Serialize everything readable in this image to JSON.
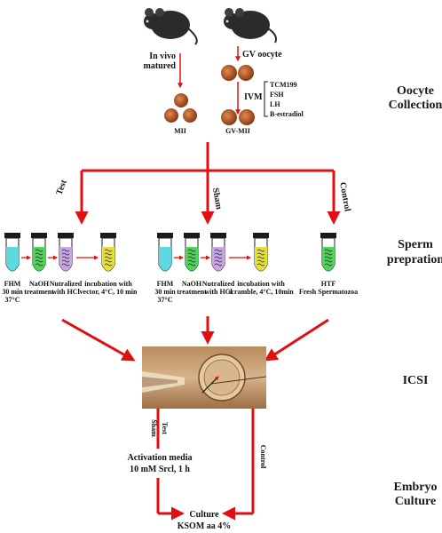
{
  "sections": {
    "oocyte": [
      "Oocyte",
      "Collection"
    ],
    "sperm": [
      "Sperm",
      "prepration"
    ],
    "icsi": "ICSI",
    "embryo": [
      "Embryo",
      "Culture"
    ]
  },
  "oocyte": {
    "invivo": [
      "In vivo",
      "matured"
    ],
    "gv": "GV oocyte",
    "ivm": "IVM",
    "ivm_items": [
      "TCM199",
      "FSH",
      "LH",
      "B-estradiol"
    ],
    "mii": "MII",
    "gvmii": "GV-MII"
  },
  "branches": {
    "test": "Test",
    "sham": "Sham",
    "control": "Control"
  },
  "tubes_left": [
    {
      "lines": [
        "FHM",
        "30 min",
        "37°C"
      ]
    },
    {
      "lines": [
        "NaOH",
        "treatment"
      ]
    },
    {
      "lines": [
        "Nutralized",
        "with HCl"
      ]
    },
    {
      "lines": [
        "incubation with",
        "vector, 4°C, 10 min"
      ]
    }
  ],
  "tubes_mid": [
    {
      "lines": [
        "FHM",
        "30 min",
        "37°C"
      ]
    },
    {
      "lines": [
        "NaOH",
        "treatment"
      ]
    },
    {
      "lines": [
        "Nutralized",
        "with HCl"
      ]
    },
    {
      "lines": [
        "incubation with",
        "scramble, 4°C, 10min"
      ]
    }
  ],
  "tube_right": {
    "lines": [
      "HTF",
      "Fresh Spermatozoa"
    ]
  },
  "embryo": {
    "test": "Test",
    "sham": "Sham",
    "control": "Control",
    "activation": [
      "Activation media",
      "10 mM Srcl, 1 h"
    ],
    "culture": [
      "Culture",
      "KSOM aa 4%"
    ]
  },
  "colors": {
    "arrow": "#e01010",
    "cyan": "#5fd8e0",
    "green": "#4fd35a",
    "violet": "#c9a4e6",
    "yellow": "#e6e03a",
    "mouse": "#2b2b2b",
    "oocyte": "#b85a2a"
  }
}
